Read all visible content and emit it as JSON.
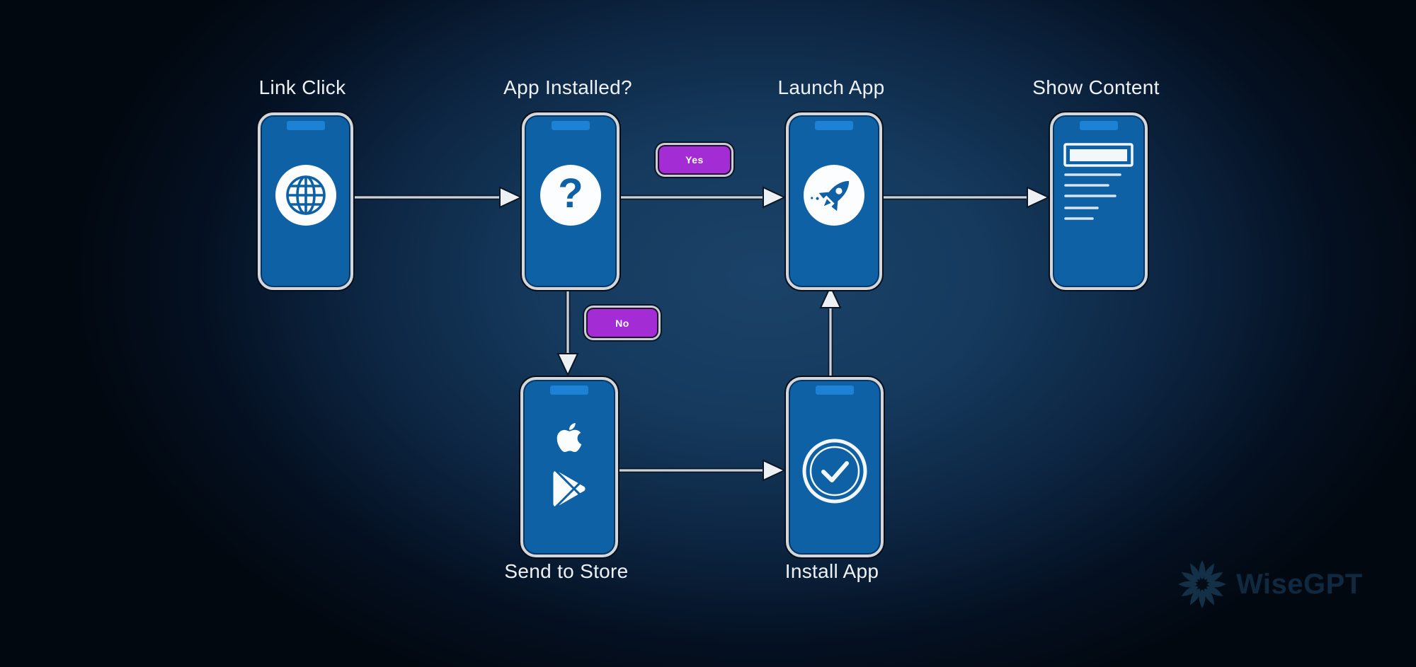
{
  "diagram": {
    "nodes": [
      {
        "label": "Link Click",
        "icon": "globe-icon"
      },
      {
        "label": "App Installed?",
        "icon": "question-mark-icon"
      },
      {
        "label": "Launch App",
        "icon": "rocket-icon"
      },
      {
        "label": "Show Content",
        "icon": "content-preview-icon"
      },
      {
        "label": "Send to Store",
        "icons": [
          "apple-logo-icon",
          "google-play-icon"
        ]
      },
      {
        "label": "Install App",
        "icon": "check-circle-icon"
      }
    ],
    "edges": [
      {
        "from": "Link Click",
        "to": "App Installed?",
        "label": ""
      },
      {
        "from": "App Installed?",
        "to": "Launch App",
        "label": "Yes"
      },
      {
        "from": "Launch App",
        "to": "Show Content",
        "label": ""
      },
      {
        "from": "App Installed?",
        "to": "Send to Store",
        "label": "No"
      },
      {
        "from": "Send to Store",
        "to": "Install App",
        "label": ""
      },
      {
        "from": "Install App",
        "to": "Launch App",
        "label": ""
      }
    ]
  },
  "watermark": {
    "text": "WiseGPT",
    "icon": "wisegpt-logo-icon"
  },
  "colors": {
    "phone_screen": "#0f61a6",
    "phone_notch": "#1d82d3",
    "phone_border": "#d3d7db",
    "badge_purple": "#a32cd4",
    "arrow": "#ccd2d8",
    "label_text": "#eef1f4",
    "background_center": "#1b4268",
    "background_edge": "#020810"
  }
}
